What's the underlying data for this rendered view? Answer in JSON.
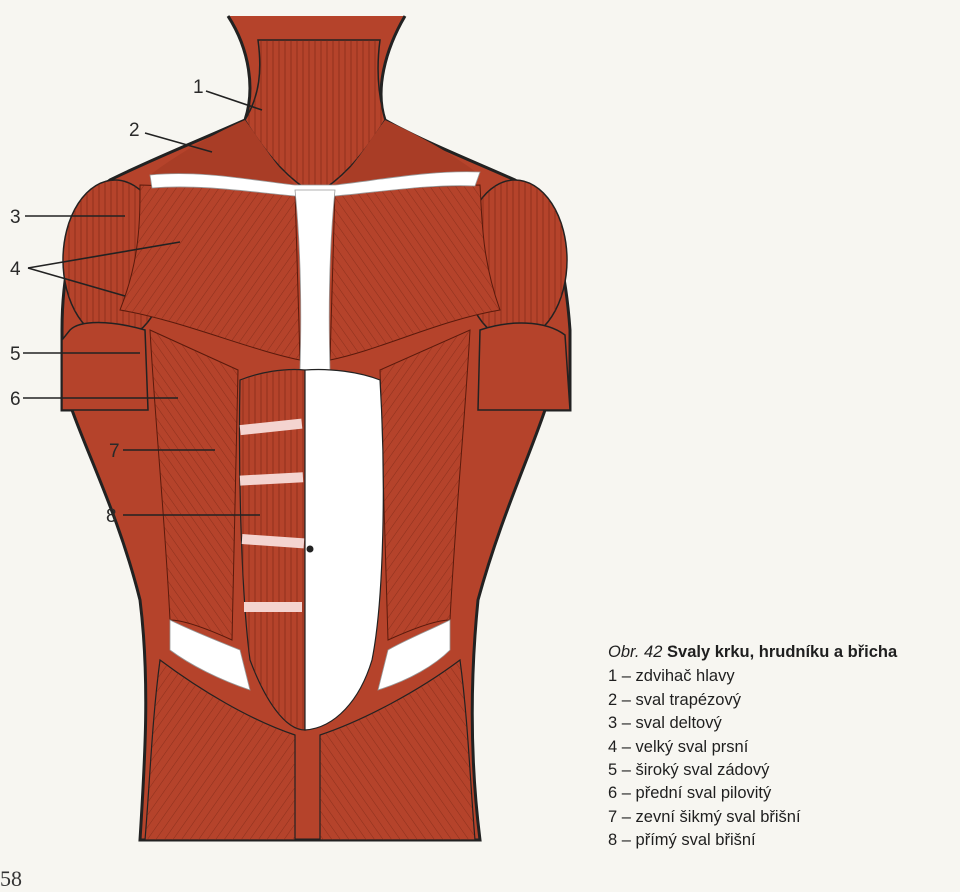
{
  "caption": {
    "prefix": "Obr. 42",
    "title": "Svaly krku, hrudníku a břicha"
  },
  "legend": [
    {
      "num": "1",
      "text": "1 – zdvihač hlavy"
    },
    {
      "num": "2",
      "text": "2 – sval trapézový"
    },
    {
      "num": "3",
      "text": "3 – sval deltový"
    },
    {
      "num": "4",
      "text": "4 – velký sval prsní"
    },
    {
      "num": "5",
      "text": "5 – široký sval zádový"
    },
    {
      "num": "6",
      "text": "6 – přední sval pilovitý"
    },
    {
      "num": "7",
      "text": "7 – zevní šikmý sval břišní"
    },
    {
      "num": "8",
      "text": "8 – přímý sval břišní"
    }
  ],
  "page_number": "58",
  "colors": {
    "muscle": "#b5432b",
    "muscle_dark": "#7a2515",
    "tendon": "#ffffff",
    "outline": "#222222",
    "paper": "#f7f6f1"
  }
}
